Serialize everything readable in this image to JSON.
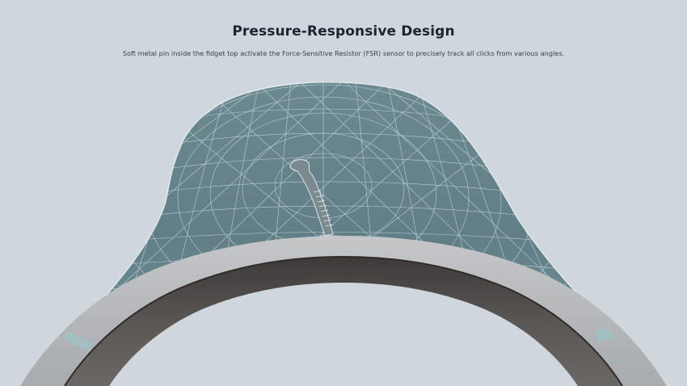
{
  "header": {
    "title": "Pressure-Responsive Design",
    "subtitle": "Soft metal pin inside the fidget top activate the Force-Sensitive Resistor (FSR) sensor to precisely track all clicks from various angles."
  },
  "illustration": {
    "description": "wireframe-mesh-dome-with-metal-pin-over-ring",
    "colors": {
      "background": "#cfd7dd",
      "mesh_fill": "#6f8b92",
      "mesh_lines": "#d8ecef",
      "ring_outer": "#b9bbbd",
      "ring_inner_dark": "#4b4746",
      "pin_fill": "#7f8f93"
    }
  }
}
